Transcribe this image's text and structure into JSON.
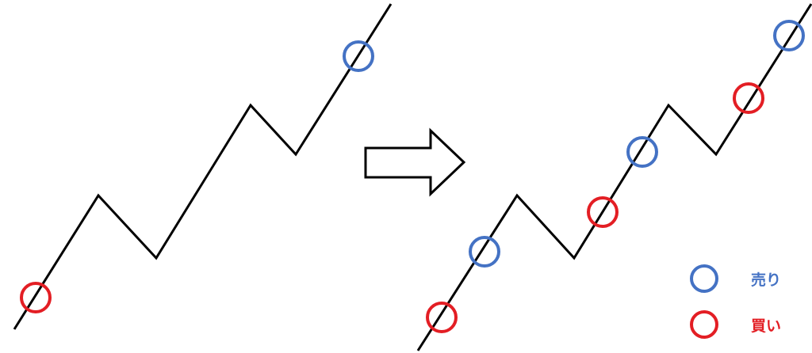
{
  "colors": {
    "line": "#000000",
    "sell": "#4472C4",
    "buy": "#E31E24",
    "arrow_fill": "#ffffff"
  },
  "legend": {
    "sell_label": "売り",
    "buy_label": "買い"
  },
  "markers": {
    "before": [
      {
        "kind": "buy",
        "icon": "circle-icon"
      },
      {
        "kind": "sell",
        "icon": "circle-icon"
      }
    ],
    "after": [
      {
        "kind": "buy",
        "icon": "circle-icon"
      },
      {
        "kind": "sell",
        "icon": "circle-icon"
      },
      {
        "kind": "buy",
        "icon": "circle-icon"
      },
      {
        "kind": "sell",
        "icon": "circle-icon"
      },
      {
        "kind": "buy",
        "icon": "circle-icon"
      },
      {
        "kind": "sell",
        "icon": "circle-icon"
      }
    ]
  }
}
